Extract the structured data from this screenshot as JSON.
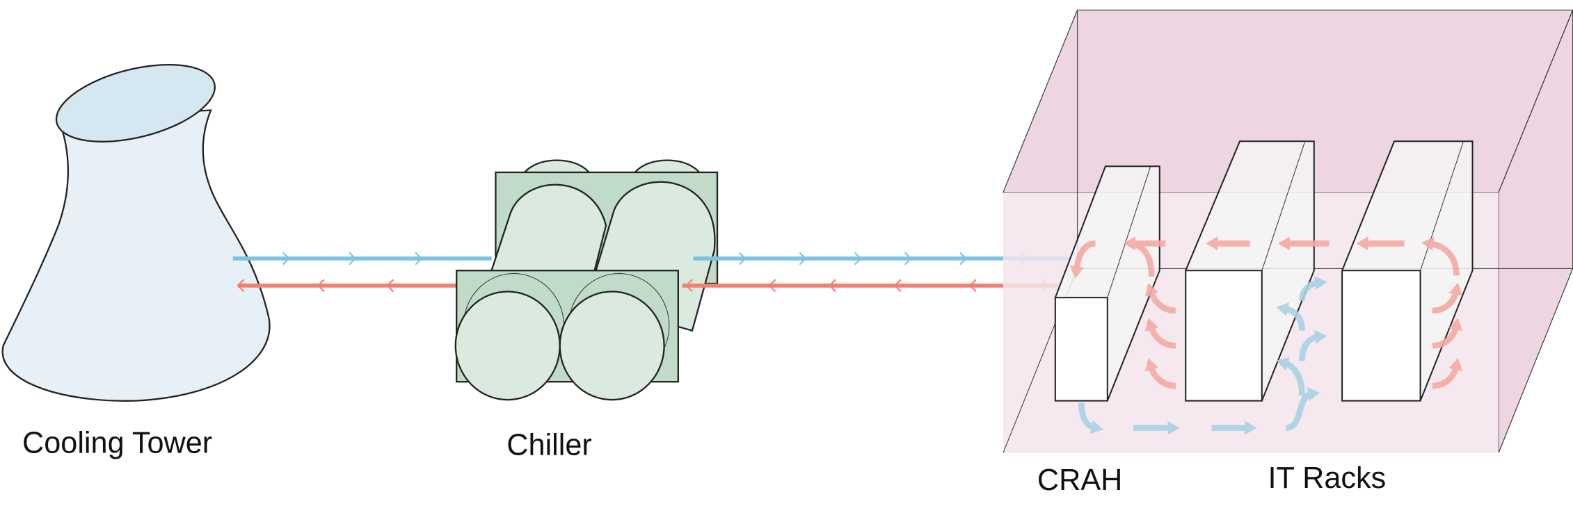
{
  "labels": {
    "cooling_tower": "Cooling Tower",
    "chiller": "Chiller",
    "crah": "CRAH",
    "it_racks": "IT Racks"
  },
  "colors": {
    "cold_water": "#7ec3df",
    "hot_water": "#f47f6f",
    "cold_air": "#a9d2e4",
    "hot_air": "#f4aaa3",
    "tower_fill": "#e6f0f6",
    "tower_top": "#d5e7f0",
    "chiller_dark": "#c0dcc8",
    "chiller_light": "#dbeadf",
    "room_back": "#edd5e2",
    "room_front": "#f3e4ec"
  }
}
